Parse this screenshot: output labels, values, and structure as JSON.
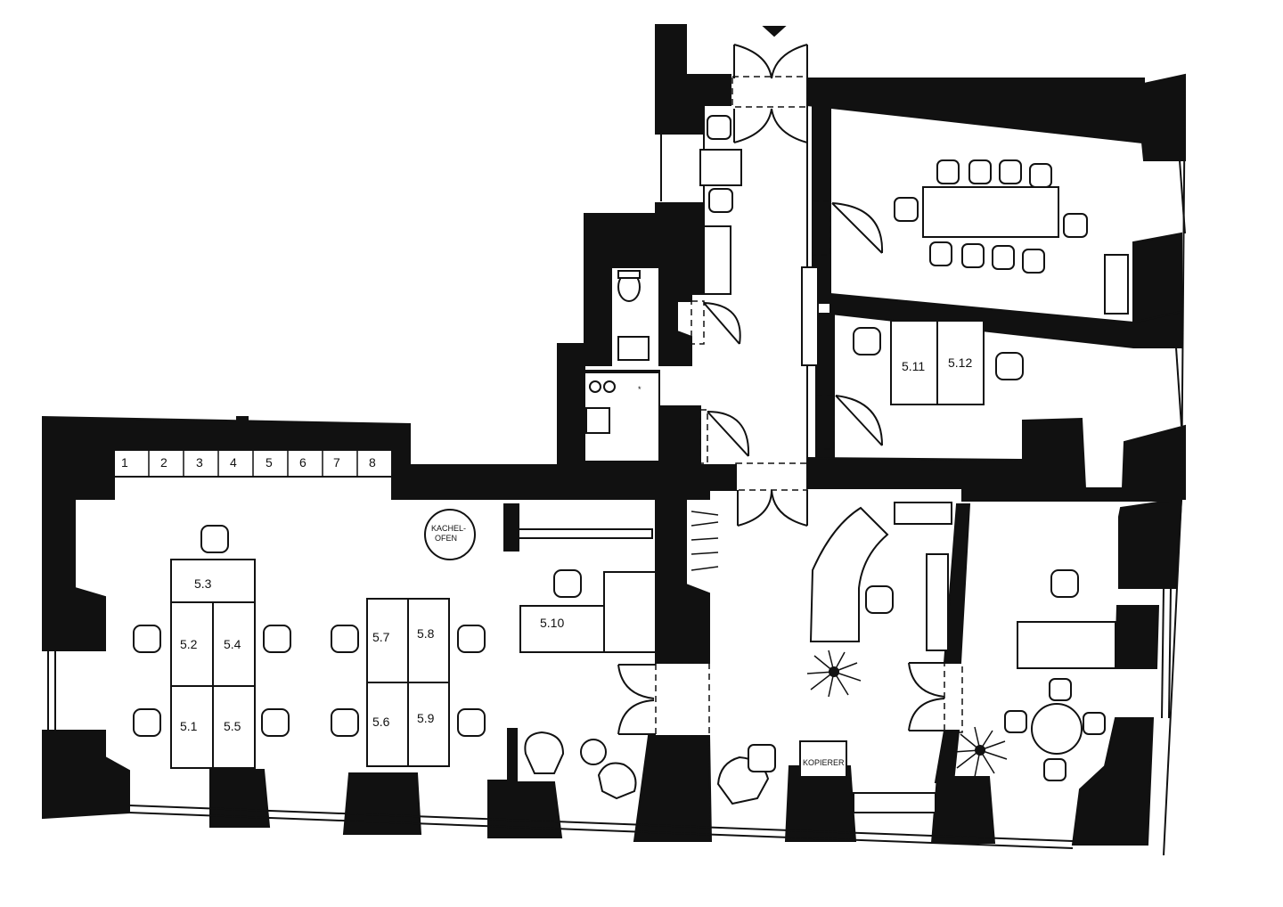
{
  "colors": {
    "ink": "#111111",
    "paper": "#ffffff"
  },
  "desks": [
    {
      "id": "5.1",
      "label": "5.1"
    },
    {
      "id": "5.2",
      "label": "5.2"
    },
    {
      "id": "5.3",
      "label": "5.3"
    },
    {
      "id": "5.4",
      "label": "5.4"
    },
    {
      "id": "5.5",
      "label": "5.5"
    },
    {
      "id": "5.6",
      "label": "5.6"
    },
    {
      "id": "5.7",
      "label": "5.7"
    },
    {
      "id": "5.8",
      "label": "5.8"
    },
    {
      "id": "5.9",
      "label": "5.9"
    },
    {
      "id": "5.10",
      "label": "5.10"
    },
    {
      "id": "5.11",
      "label": "5.11"
    },
    {
      "id": "5.12",
      "label": "5.12"
    }
  ],
  "shelf_numbers": [
    "1",
    "2",
    "3",
    "4",
    "5",
    "6",
    "7",
    "8"
  ],
  "stove": {
    "line1": "KACHEL-",
    "line2": "OFEN"
  },
  "copier": {
    "label": "KOPIERER"
  }
}
